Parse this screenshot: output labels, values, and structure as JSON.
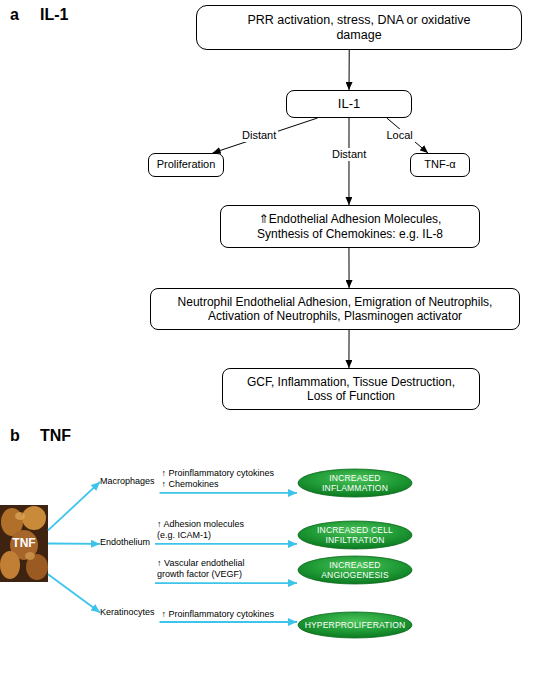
{
  "diagram": {
    "nodes": [
      {
        "text": [
          "PRR activation, stress, DNA or oxidative damage"
        ]
      },
      {
        "text": [
          "IL-1"
        ]
      },
      {
        "text": [
          "Proliferation"
        ]
      },
      {
        "text": [
          "TNF-α"
        ]
      },
      {
        "text": [
          "⇑Endothelial Adhesion Molecules, Synthesis of Chemokines: e.g. IL-8"
        ]
      },
      {
        "text": [
          "Neutrophil Endothelial Adhesion, Emigration of Neutrophils, Activation of Neutrophils, Plasminogen activator"
        ]
      },
      {
        "text": [
          "GCF, Inflammation, Tissue Destruction, Loss of Function"
        ]
      },
      {
        "text": [
          "TNF"
        ]
      },
      {
        "text": [
          "Macrophages"
        ]
      },
      {
        "text": [
          "Endothelium"
        ]
      },
      {
        "text": [
          "Keratinocytes"
        ]
      },
      {
        "text": [
          "INCREASED INFLAMMATION"
        ]
      },
      {
        "text": [
          "INCREASED CELL INFILTRATION"
        ]
      },
      {
        "text": [
          "INCREASED ANGIOGENESIS"
        ]
      },
      {
        "text": [
          "HYPERPROLIFERATION"
        ]
      }
    ],
    "edges": [
      {
        "from": 0,
        "to": 1,
        "arrow": "to"
      },
      {
        "from": 1,
        "to": 2,
        "label": "Distant",
        "arrow": "to"
      },
      {
        "from": 1,
        "to": 4,
        "label": "Distant",
        "arrow": "to"
      },
      {
        "from": 1,
        "to": 3,
        "label": "Local",
        "arrow": "to"
      },
      {
        "from": 4,
        "to": 5,
        "arrow": "to"
      },
      {
        "from": 5,
        "to": 6,
        "arrow": "to"
      },
      {
        "from": 7,
        "to": 8,
        "arrow": "to"
      },
      {
        "from": 7,
        "to": 9,
        "arrow": "to"
      },
      {
        "from": 7,
        "to": 10,
        "arrow": "to"
      },
      {
        "from": 8,
        "to": 11,
        "label": "↑ Proinflammatory cytokines ↑ Chemokines",
        "arrow": "to"
      },
      {
        "from": 9,
        "to": 12,
        "label": "↑ Adhesion molecules (e.g. ICAM-1)",
        "arrow": "to"
      },
      {
        "from": 9,
        "to": 13,
        "label": "↑ Vascular endothelial growth factor (VEGF)",
        "arrow": "to"
      },
      {
        "from": 10,
        "to": 14,
        "label": "↑ Proinflammatory cytokines",
        "arrow": "to"
      }
    ],
    "labels": [
      "a",
      "IL-1",
      "b",
      "TNF"
    ]
  }
}
